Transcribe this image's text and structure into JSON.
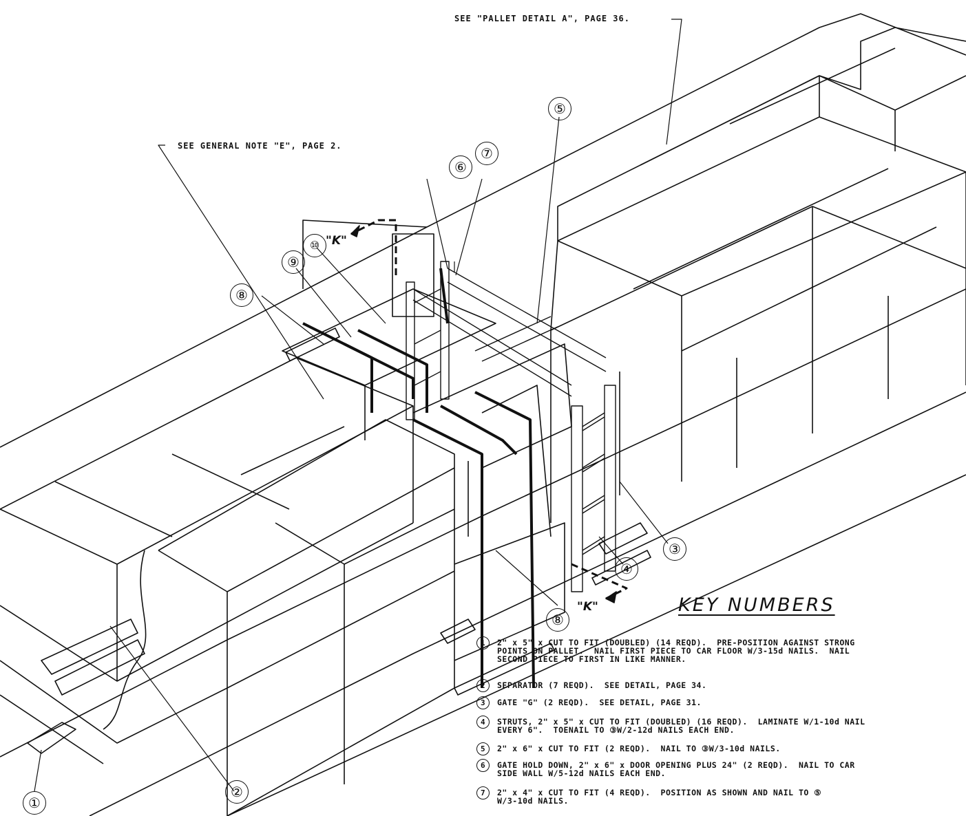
{
  "annotations": {
    "pallet_detail": "SEE \"PALLET DETAIL A\", PAGE 36.",
    "general_note": "SEE GENERAL NOTE \"E\", PAGE 2."
  },
  "callouts": [
    "①",
    "②",
    "③",
    "④",
    "⑤",
    "⑥",
    "⑦",
    "⑧",
    "⑨",
    "⑩",
    "⑧"
  ],
  "section_marks": [
    "\"K\"",
    "\"K\""
  ],
  "key": {
    "title": "KEY NUMBERS",
    "notes": [
      {
        "num": "1",
        "text": "2\" x 5\" x CUT TO FIT (DOUBLED) (14 REQD).  PRE-POSITION AGAINST STRONG\nPOINTS ON PALLET.  NAIL FIRST PIECE TO CAR FLOOR W/3-15d NAILS.  NAIL\nSECOND PIECE TO FIRST IN LIKE MANNER."
      },
      {
        "num": "2",
        "text": "SEPARATOR (7 REQD).  SEE DETAIL, PAGE 34."
      },
      {
        "num": "3",
        "text": "GATE \"G\" (2 REQD).  SEE DETAIL, PAGE 31."
      },
      {
        "num": "4",
        "text": "STRUTS, 2\" x 5\" x CUT TO FIT (DOUBLED) (16 REQD).  LAMINATE W/1-10d NAIL\nEVERY 6\".  TOENAIL TO ③W/2-12d NAILS EACH END."
      },
      {
        "num": "5",
        "text": "2\" x 6\" x CUT TO FIT (2 REQD).  NAIL TO ③W/3-10d NAILS."
      },
      {
        "num": "6",
        "text": "GATE HOLD DOWN, 2\" x 6\" x DOOR OPENING PLUS 24\" (2 REQD).  NAIL TO CAR\nSIDE WALL W/5-12d NAILS EACH END."
      },
      {
        "num": "7",
        "text": "2\" x 4\" x CUT TO FIT (4 REQD).  POSITION AS SHOWN AND NAIL TO ⑤\nW/3-10d NAILS."
      }
    ]
  }
}
